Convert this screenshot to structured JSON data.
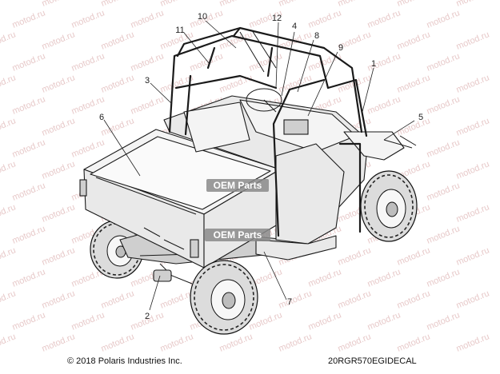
{
  "watermark": {
    "text": "motod.ru",
    "color": "#e7c9c9"
  },
  "overlay_logo": {
    "text": "OEM Parts"
  },
  "callouts": [
    "1",
    "2",
    "3",
    "4",
    "5",
    "6",
    "7",
    "8",
    "9",
    "10",
    "11",
    "12"
  ],
  "footer": {
    "copyright": "© 2018 Polaris Industries Inc.",
    "code": "20RGR570EGIDECAL"
  }
}
